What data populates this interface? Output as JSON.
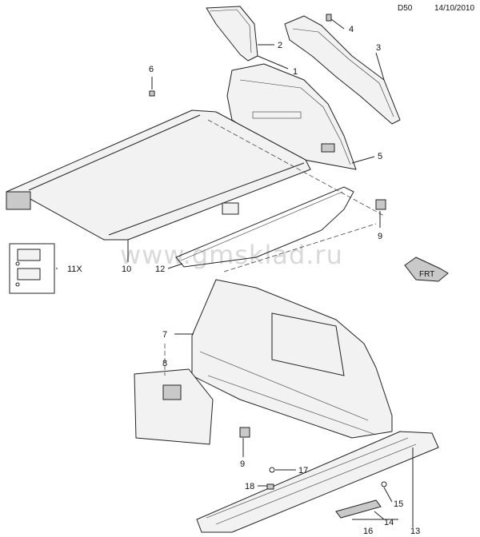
{
  "header": {
    "code": "D50",
    "date": "14/10/2010"
  },
  "watermark": "www.gmsklad.ru",
  "front_indicator": "FRT",
  "callouts": [
    "1",
    "2",
    "3",
    "4",
    "5",
    "6",
    "7",
    "8",
    "9",
    "9",
    "10",
    "11X",
    "12",
    "13",
    "14",
    "15",
    "16",
    "17",
    "18"
  ]
}
